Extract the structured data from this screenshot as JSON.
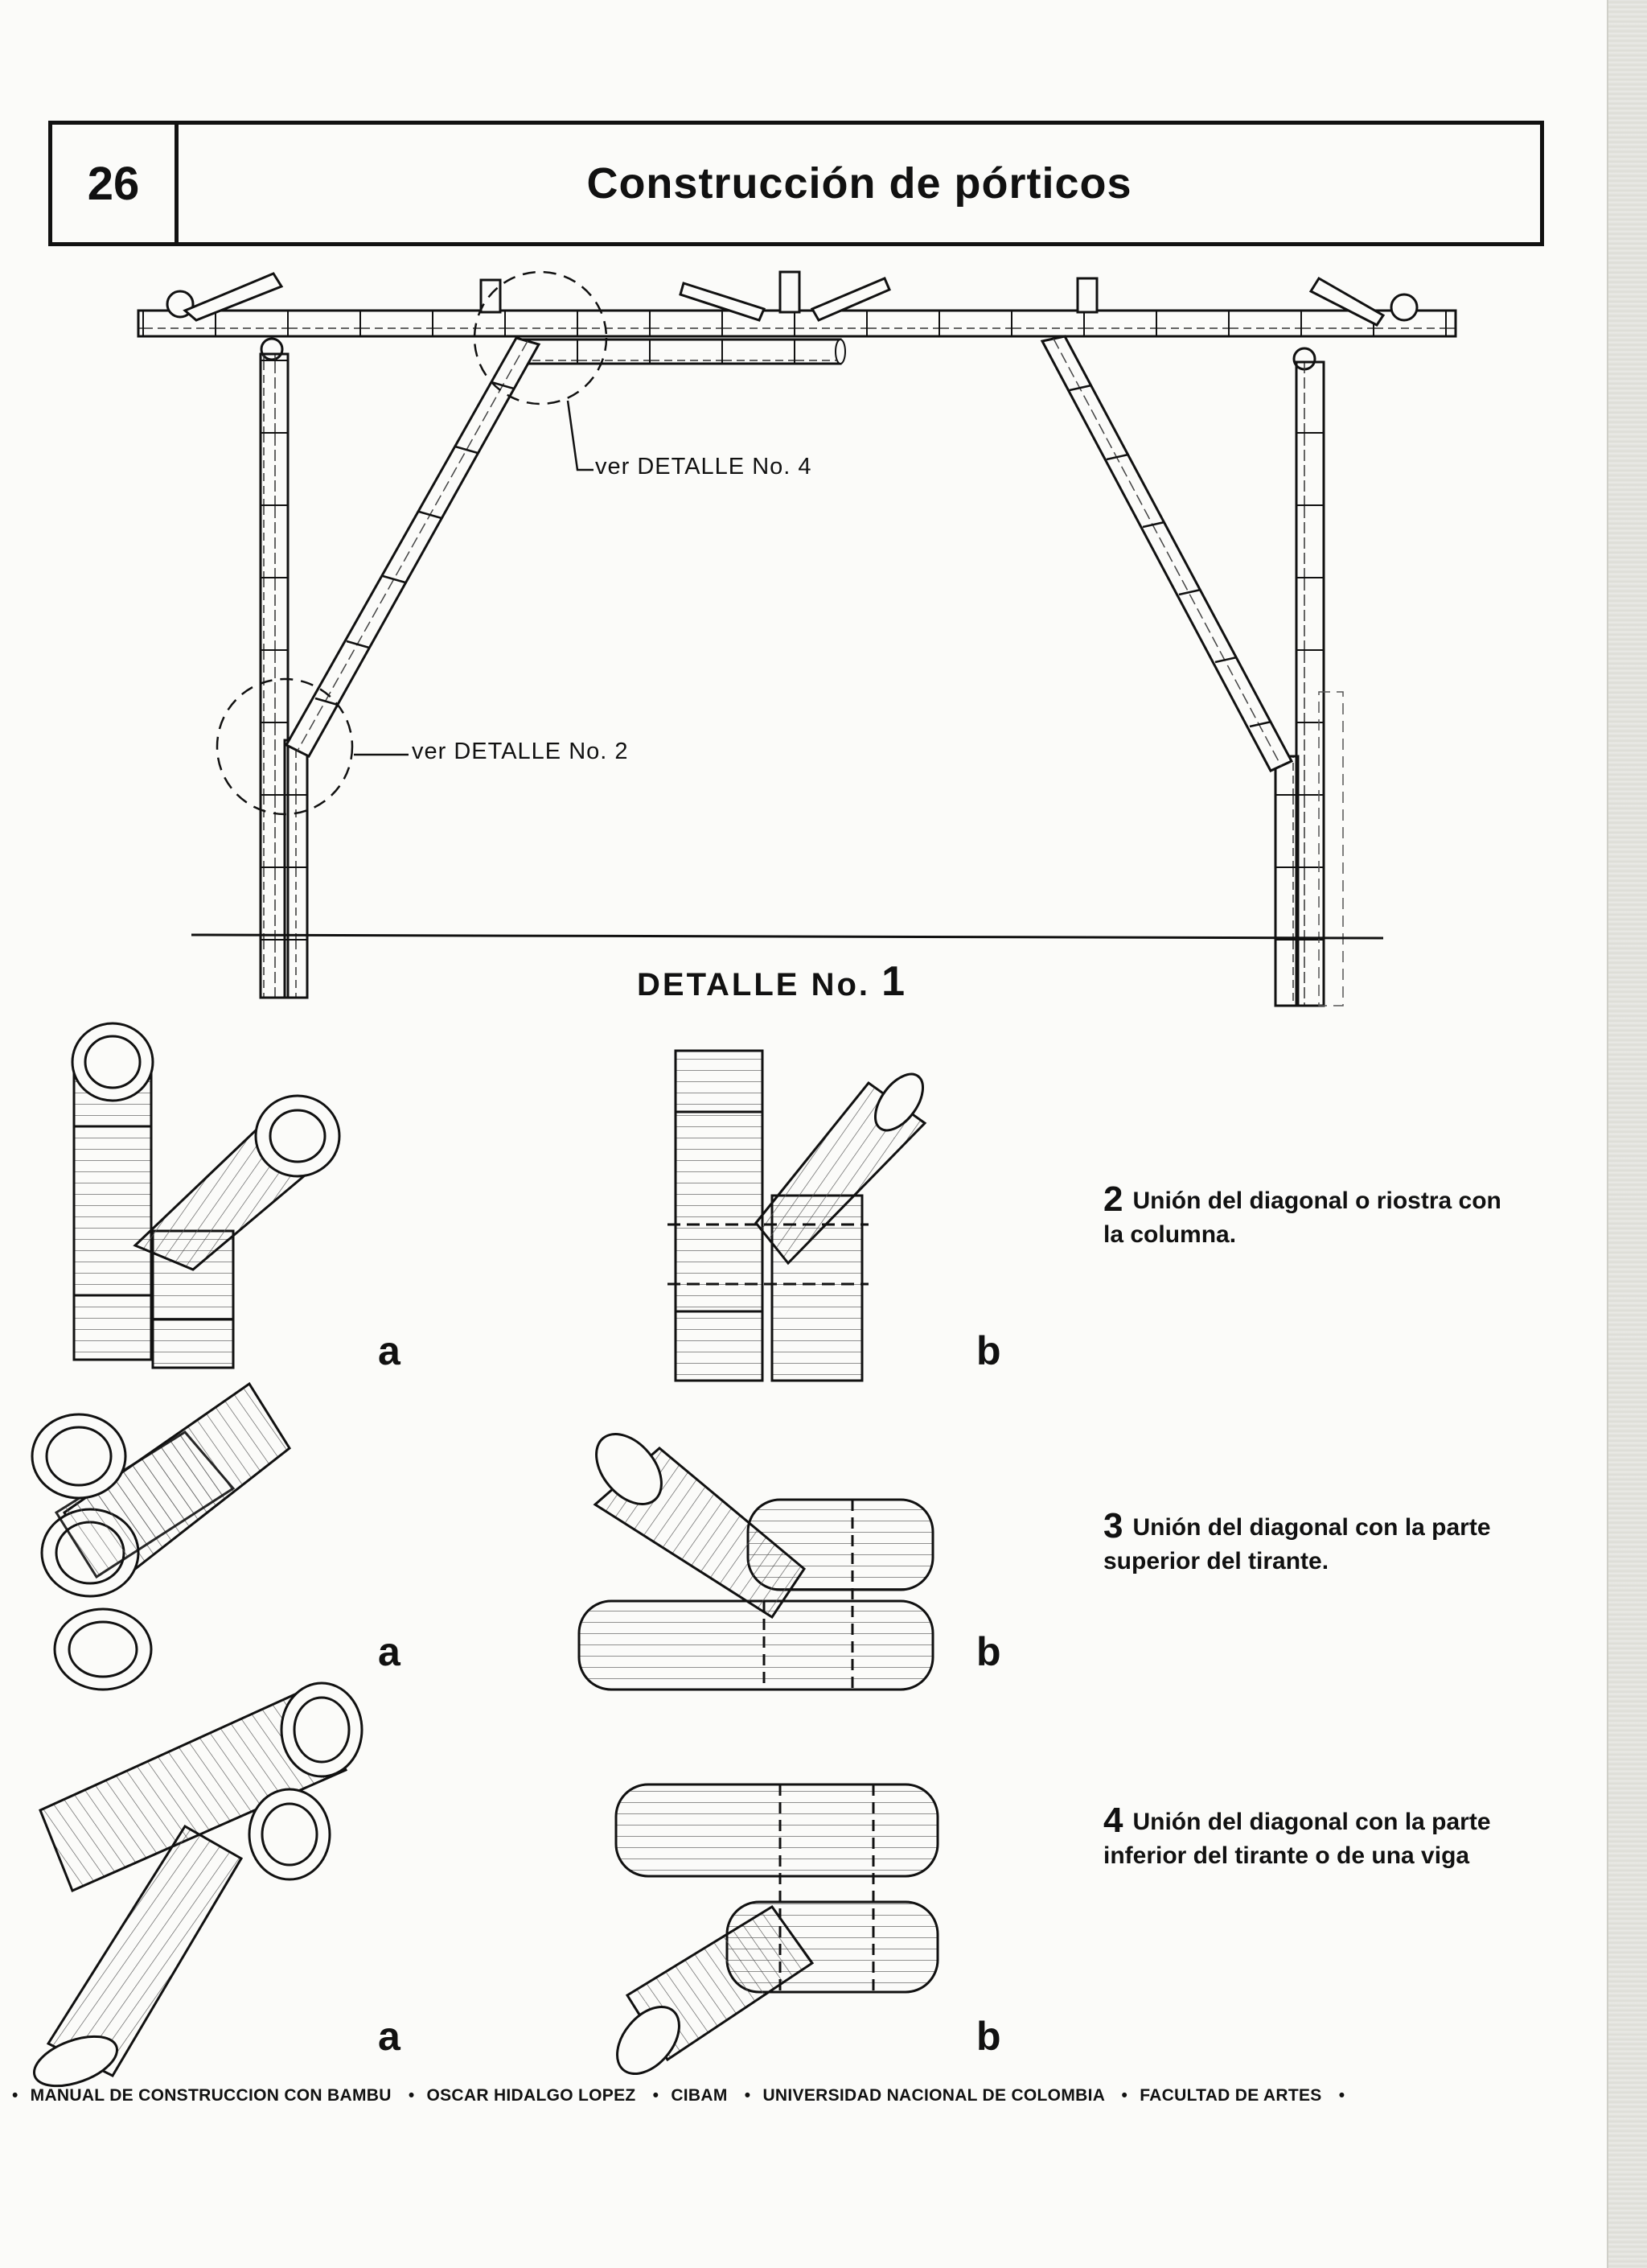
{
  "header": {
    "page_number": "26",
    "title": "Construcción de pórticos"
  },
  "frame_callouts": {
    "detail_4": "ver DETALLE No. 4",
    "detail_2": "ver DETALLE No. 2"
  },
  "detail_title": {
    "label": "DETALLE No.",
    "number": "1"
  },
  "figure_letters": {
    "a": "a",
    "b": "b"
  },
  "captions": [
    {
      "number": "2",
      "text": "Unión del diagonal o riostra con la columna."
    },
    {
      "number": "3",
      "text": "Unión del diagonal con la parte superior del tirante."
    },
    {
      "number": "4",
      "text": "Unión del diagonal con la parte inferior del tirante o de una viga"
    }
  ],
  "footer": [
    "MANUAL DE CONSTRUCCION CON BAMBU",
    "OSCAR HIDALGO LOPEZ",
    "CIBAM",
    "UNIVERSIDAD NACIONAL DE COLOMBIA",
    "FACULTAD DE ARTES"
  ],
  "colors": {
    "ink": "#111111",
    "paper": "#fbfbf9"
  }
}
